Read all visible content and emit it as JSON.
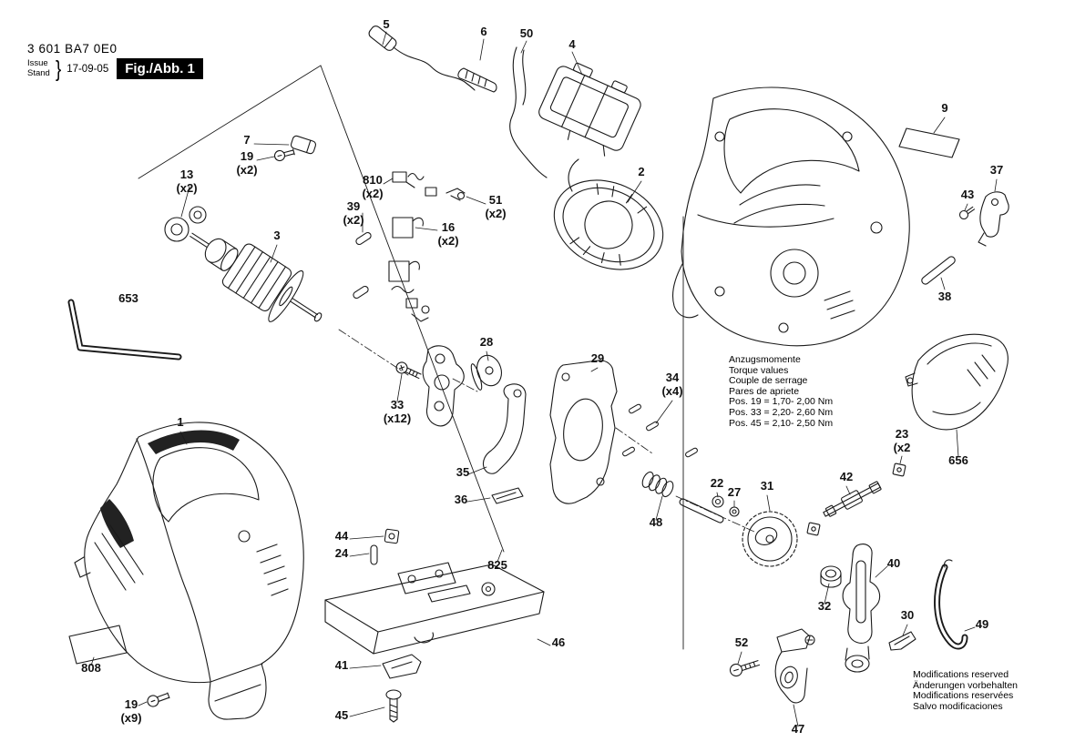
{
  "header": {
    "part_number": "3 601 BA7 0E0",
    "issue_label": "Issue",
    "stand_label": "Stand",
    "brace": "}",
    "date": "17-09-05",
    "figure_label": "Fig./Abb. 1"
  },
  "torque_note": {
    "line1": "Anzugsmomente",
    "line2": "Torque values",
    "line3": "Couple de serrage",
    "line4": "Pares de apriete",
    "value1": "Pos. 19 = 1,70- 2,00 Nm",
    "value2": "Pos. 33 = 2,20- 2,60 Nm",
    "value3": "Pos. 45 = 2,10- 2,50 Nm"
  },
  "footer_note": {
    "line1": "Modifications reserved",
    "line2": "Änderungen vorbehalten",
    "line3": "Modifications reservées",
    "line4": "Salvo modificaciones"
  },
  "parts": {
    "p1": {
      "num": "1"
    },
    "p2": {
      "num": "2"
    },
    "p3": {
      "num": "3"
    },
    "p4": {
      "num": "4"
    },
    "p5": {
      "num": "5"
    },
    "p6": {
      "num": "6"
    },
    "p7": {
      "num": "7"
    },
    "p9": {
      "num": "9"
    },
    "p13": {
      "num": "13",
      "qty": "(x2)"
    },
    "p16": {
      "num": "16",
      "qty": "(x2)"
    },
    "p19a": {
      "num": "19",
      "qty": "(x2)"
    },
    "p19b": {
      "num": "19",
      "qty": "(x9)"
    },
    "p22": {
      "num": "22"
    },
    "p23": {
      "num": "23",
      "qty": "(x2"
    },
    "p24": {
      "num": "24"
    },
    "p27": {
      "num": "27"
    },
    "p28": {
      "num": "28"
    },
    "p29": {
      "num": "29"
    },
    "p30": {
      "num": "30"
    },
    "p31": {
      "num": "31"
    },
    "p32": {
      "num": "32"
    },
    "p33": {
      "num": "33",
      "qty": "(x12)"
    },
    "p34": {
      "num": "34",
      "qty": "(x4)"
    },
    "p35": {
      "num": "35"
    },
    "p36": {
      "num": "36"
    },
    "p37": {
      "num": "37"
    },
    "p38": {
      "num": "38"
    },
    "p39": {
      "num": "39",
      "qty": "(x2)"
    },
    "p40": {
      "num": "40"
    },
    "p41": {
      "num": "41"
    },
    "p42": {
      "num": "42"
    },
    "p43": {
      "num": "43"
    },
    "p44": {
      "num": "44"
    },
    "p45": {
      "num": "45"
    },
    "p46": {
      "num": "46"
    },
    "p47": {
      "num": "47"
    },
    "p48": {
      "num": "48"
    },
    "p49": {
      "num": "49"
    },
    "p50": {
      "num": "50"
    },
    "p51": {
      "num": "51",
      "qty": "(x2)"
    },
    "p52": {
      "num": "52"
    },
    "p653": {
      "num": "653"
    },
    "p656": {
      "num": "656"
    },
    "p808": {
      "num": "808"
    },
    "p810": {
      "num": "810",
      "qty": "(x2)"
    },
    "p825": {
      "num": "825"
    }
  }
}
